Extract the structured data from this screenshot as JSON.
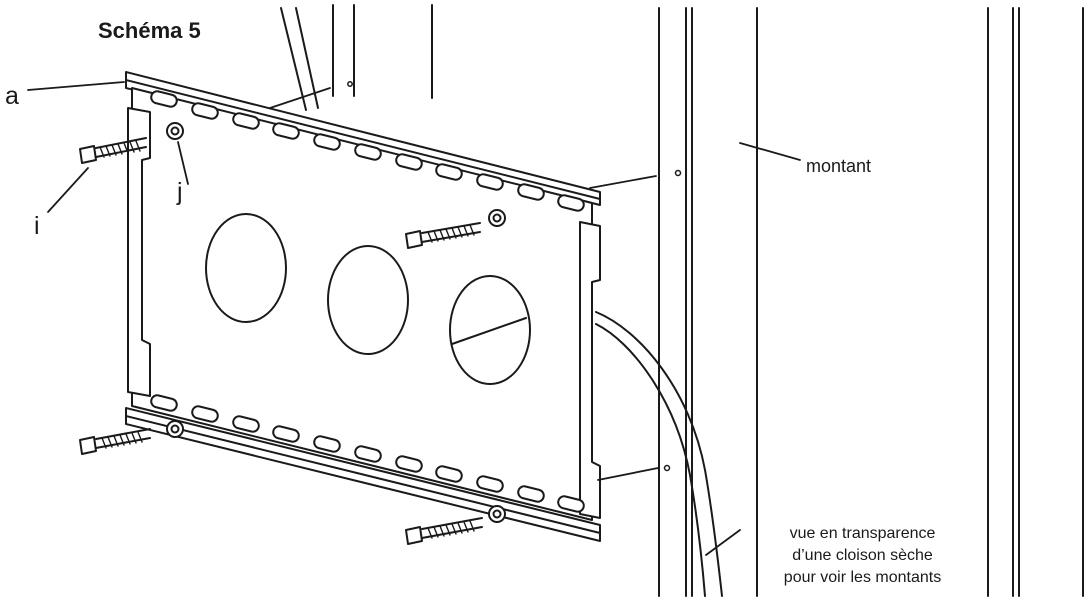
{
  "diagram": {
    "title": "Schéma 5",
    "labels": {
      "a": "a",
      "i": "i",
      "j": "j",
      "montant": "montant"
    },
    "note_lines": [
      "vue en transparence",
      "d’une cloison sèche",
      "pour voir les montants"
    ]
  }
}
